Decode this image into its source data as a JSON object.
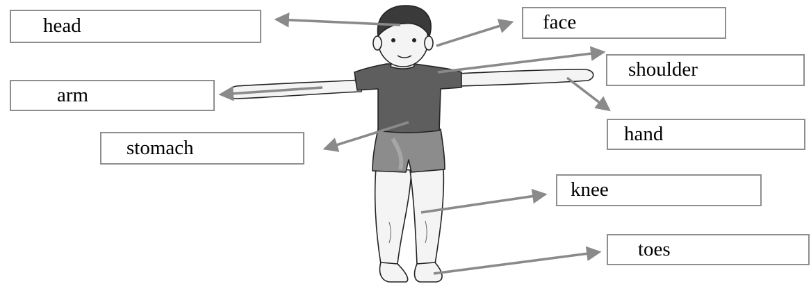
{
  "diagram": {
    "labels": {
      "head": "head",
      "face": "face",
      "shoulder": "shoulder",
      "arm": "arm",
      "hand": "hand",
      "stomach": "stomach",
      "knee": "knee",
      "toes": "toes"
    }
  },
  "colors": {
    "arrow": "#8a8a8a",
    "box_border": "#8e8e8e",
    "outline": "#222222",
    "shirt": "#5e5e5e",
    "shorts": "#8c8c8c",
    "skin": "#f4f4f4",
    "hair": "#3a3a3a"
  }
}
